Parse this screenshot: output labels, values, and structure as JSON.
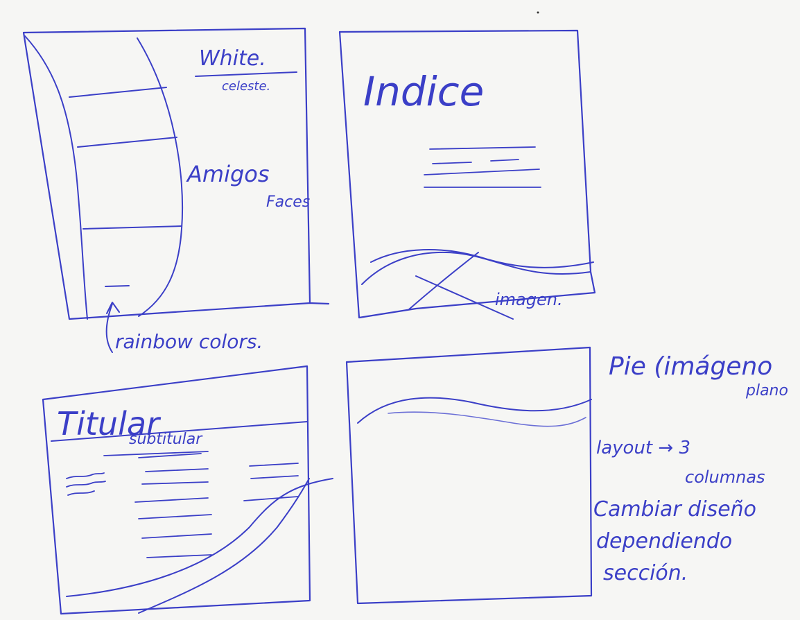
{
  "colors": {
    "paper": "#f6f6f4",
    "ink": "#3b3fc7"
  },
  "panel1": {
    "note_white": "White.",
    "note_celeste": "celeste.",
    "note_amigos": "Amigos",
    "note_faces": "Faces",
    "note_rainbow": "rainbow colors."
  },
  "panel2": {
    "title": "Indice",
    "image_label": "imagen."
  },
  "panel3": {
    "title": "Titular",
    "subtitle": "subtitular"
  },
  "panel4": {
    "note_pie_1": "Pie (imágeno",
    "note_pie_2": "plano",
    "note_layout_1": "layout → 3",
    "note_layout_2": "columnas",
    "note_layout_3": "Cambiar diseño",
    "note_layout_4": "dependiendo",
    "note_layout_5": "sección."
  }
}
